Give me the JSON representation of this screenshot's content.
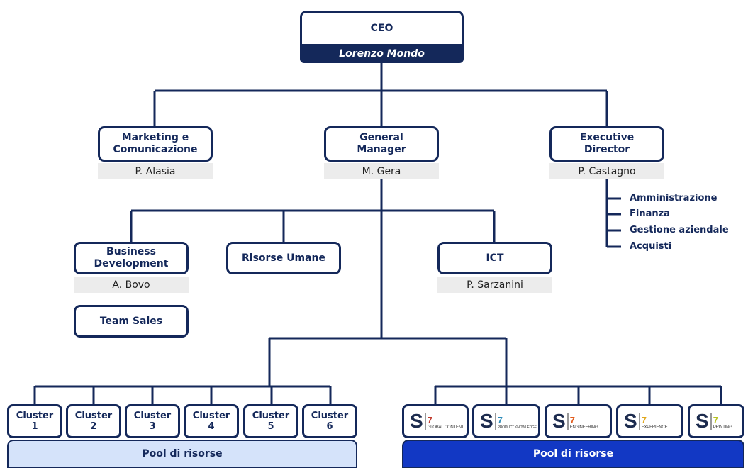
{
  "ceo": {
    "title": "CEO",
    "name": "Lorenzo Mondo"
  },
  "level1": [
    {
      "title": "Marketing e Comunicazione",
      "name": "P. Alasia"
    },
    {
      "title": "General Manager",
      "name": "M. Gera"
    },
    {
      "title": "Executive Director",
      "name": "P. Castagno"
    }
  ],
  "executive_units": [
    "Amministrazione",
    "Finanza",
    "Gestione aziendale",
    "Acquisti"
  ],
  "level2": [
    {
      "title": "Business Development",
      "name": "A. Bovo"
    },
    {
      "title": "Risorse Umane"
    },
    {
      "title": "ICT",
      "name": "P. Sarzanini"
    }
  ],
  "team_sales": "Team Sales",
  "clusters": [
    {
      "label": "Cluster",
      "num": "1"
    },
    {
      "label": "Cluster",
      "num": "2"
    },
    {
      "label": "Cluster",
      "num": "3"
    },
    {
      "label": "Cluster",
      "num": "4"
    },
    {
      "label": "Cluster",
      "num": "5"
    },
    {
      "label": "Cluster",
      "num": "6"
    }
  ],
  "s7_units": [
    {
      "label": "GLOBAL CONTENT",
      "color": "#c0392b"
    },
    {
      "label": "PRODUCT KNOWLEDGE",
      "color": "#2b8ab8"
    },
    {
      "label": "ENGINEERING",
      "color": "#e25b1c"
    },
    {
      "label": "EXPERIENCE",
      "color": "#e0a71c"
    },
    {
      "label": "PRINTING",
      "color": "#b7c21f"
    }
  ],
  "s7_logo": {
    "letter": "S",
    "number": "7"
  },
  "pool_left": "Pool di risorse",
  "pool_right": "Pool di risorse",
  "colors": {
    "navy": "#14285a",
    "royal": "#1238c4",
    "light": "#d5e3fa",
    "grey": "#ececec"
  }
}
